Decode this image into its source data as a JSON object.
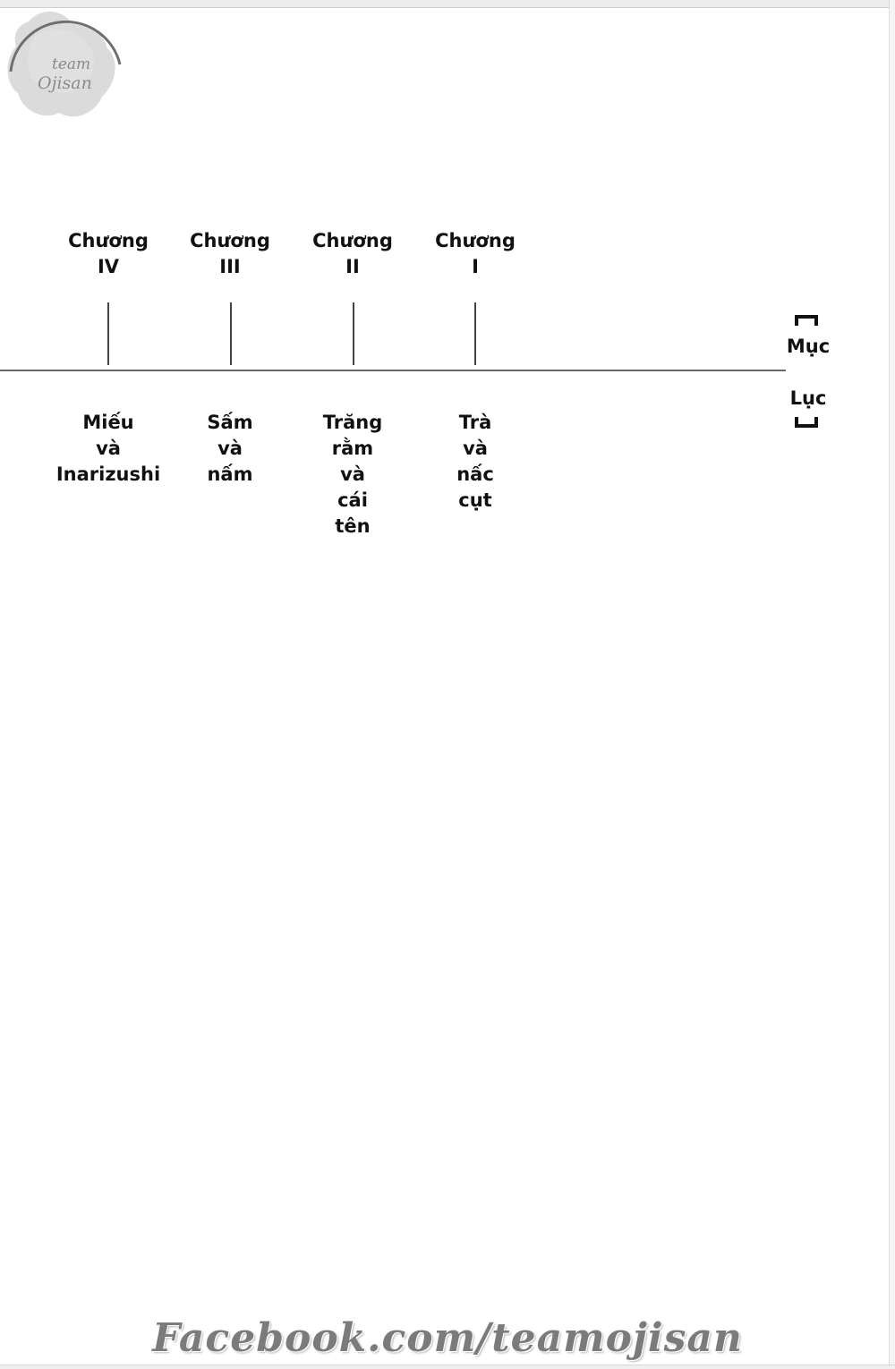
{
  "logo": {
    "line1": "team",
    "line2": "Ojisan"
  },
  "chapters": [
    {
      "label_line1": "Chương",
      "label_line2": "IV",
      "title_lines": [
        "Miếu",
        "và",
        "Inarizushi"
      ]
    },
    {
      "label_line1": "Chương",
      "label_line2": "III",
      "title_lines": [
        "Sấm",
        "và",
        "nấm"
      ]
    },
    {
      "label_line1": "Chương",
      "label_line2": "II",
      "title_lines": [
        "Trăng",
        "rằm",
        "và",
        "cái",
        "tên"
      ]
    },
    {
      "label_line1": "Chương",
      "label_line2": "I",
      "title_lines": [
        "Trà",
        "và",
        "nấc",
        "cụt"
      ]
    }
  ],
  "toc": {
    "line1": "Mục",
    "line2": "Lục"
  },
  "footer": {
    "text": "Facebook.com/teamojisan"
  },
  "colors": {
    "text": "#111111",
    "timeline": "#6a6a6a",
    "watermark": "#7b7b7b"
  }
}
